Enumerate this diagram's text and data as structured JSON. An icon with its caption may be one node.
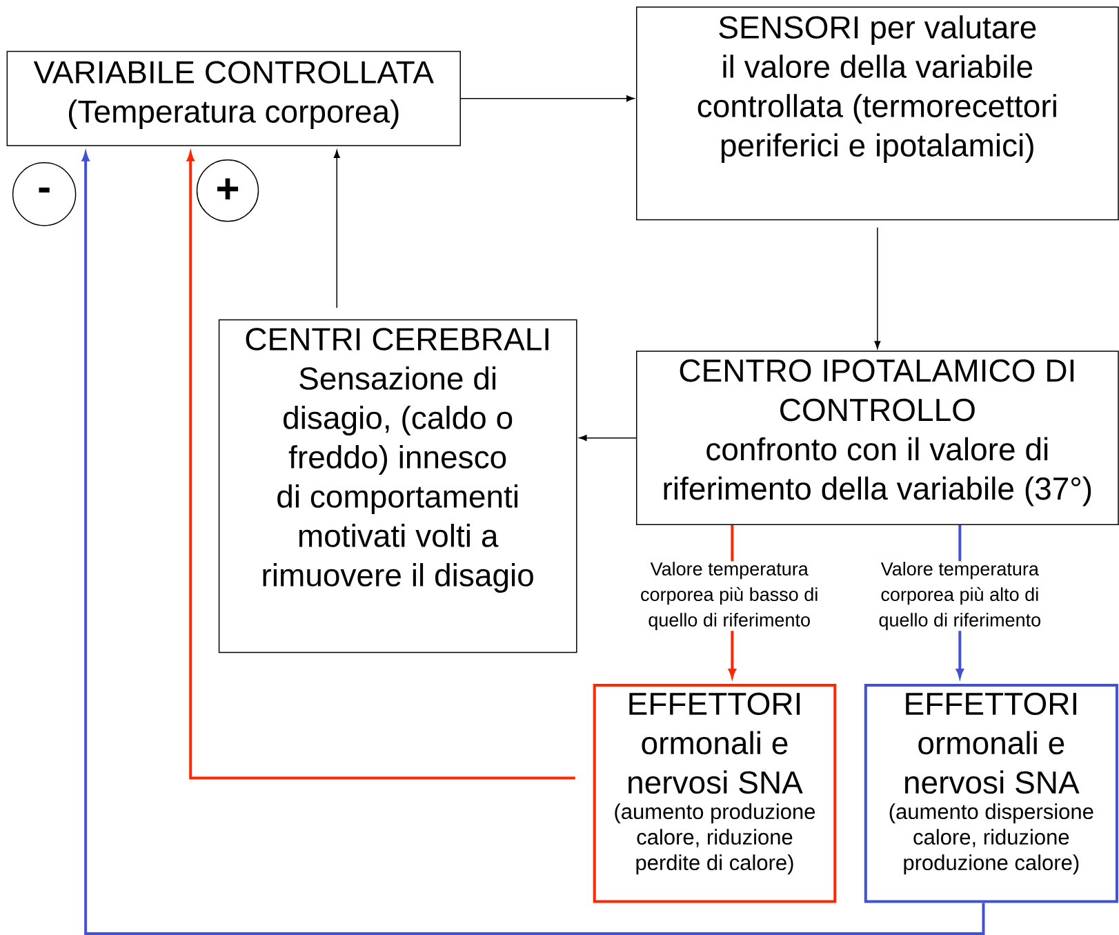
{
  "diagram": {
    "nodes": [
      {
        "text": [
          "VARIABILE CONTROLLATA",
          "(Temperatura corporea)"
        ]
      },
      {
        "text": [
          "SENSORI per valutare il valore della variabile controllata (termorecettori periferici e ipotalamici)"
        ]
      },
      {
        "text": [
          "-"
        ]
      },
      {
        "text": [
          "+"
        ]
      },
      {
        "text": [
          "CENTRI CEREBRALI",
          "Sensazione di disagio, (caldo o freddo) innesco di comportamenti motivati volti a rimuovere il disagio"
        ]
      },
      {
        "text": [
          "CENTRO IPOTALAMICO DI CONTROLLO",
          "confronto con il valore di riferimento della variabile (37°)"
        ]
      },
      {
        "text": [
          "EFFETTORI ormonali e nervosi SNA",
          "(aumento produzione calore, riduzione perdite di calore)"
        ]
      },
      {
        "text": [
          "EFFETTORI ormonali e nervosi SNA",
          "(aumento dispersione calore, riduzione produzione calore)"
        ]
      }
    ],
    "edges": [
      {
        "from": 0,
        "to": 1,
        "arrow": "to"
      },
      {
        "from": 1,
        "to": 5,
        "arrow": "to"
      },
      {
        "from": 5,
        "to": 4,
        "arrow": "to"
      },
      {
        "from": 4,
        "to": 0,
        "arrow": "to"
      },
      {
        "from": 5,
        "to": 6,
        "arrow": "to",
        "label": "Valore temperatura corporea più basso di quello di riferimento",
        "style": "thick",
        "color": "#ff2600"
      },
      {
        "from": 5,
        "to": 7,
        "arrow": "to",
        "label": "Valore temperatura corporea più alto di quello di riferimento",
        "style": "thick",
        "color": "#4050d8"
      },
      {
        "from": 6,
        "to": 0,
        "arrow": "to",
        "style": "thick",
        "color": "#ff2600"
      },
      {
        "from": 7,
        "to": 0,
        "arrow": "to",
        "style": "thick",
        "color": "#4050d8"
      }
    ]
  }
}
